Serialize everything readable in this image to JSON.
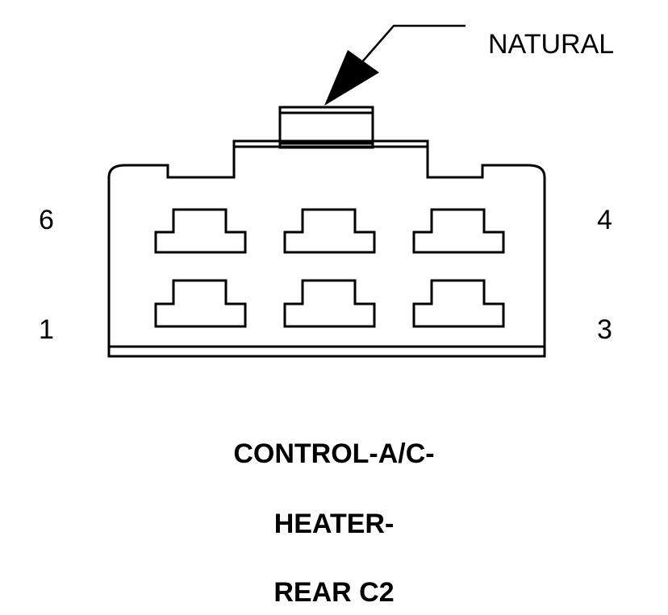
{
  "callout": {
    "label": "NATURAL"
  },
  "pins": {
    "top_left": "6",
    "top_right": "4",
    "bottom_left": "1",
    "bottom_right": "3"
  },
  "title": {
    "line1": "CONTROL-A/C-",
    "line2": "HEATER-",
    "line3": "REAR C2"
  },
  "colors": {
    "stroke": "#000000",
    "background": "#ffffff"
  }
}
